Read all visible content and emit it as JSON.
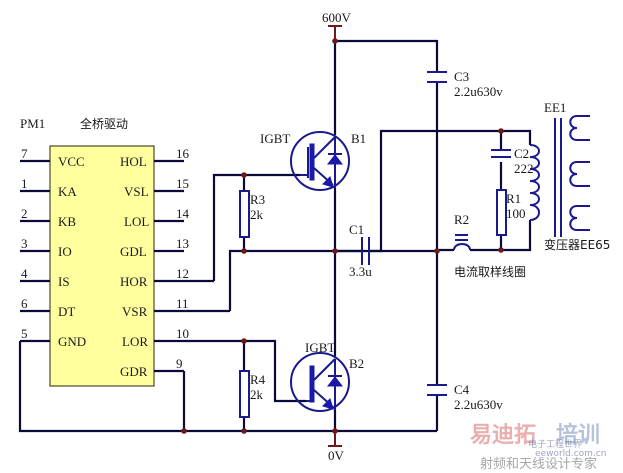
{
  "chip": {
    "designator": "PM1",
    "title": "全桥驱动",
    "left_pins": [
      {
        "num": "7",
        "name": "VCC"
      },
      {
        "num": "1",
        "name": "KA"
      },
      {
        "num": "2",
        "name": "KB"
      },
      {
        "num": "3",
        "name": "IO"
      },
      {
        "num": "4",
        "name": "IS"
      },
      {
        "num": "6",
        "name": "DT"
      },
      {
        "num": "5",
        "name": "GND"
      }
    ],
    "right_pins": [
      {
        "num": "16",
        "name": "HOL"
      },
      {
        "num": "15",
        "name": "VSL"
      },
      {
        "num": "14",
        "name": "LOL"
      },
      {
        "num": "13",
        "name": "GDL"
      },
      {
        "num": "12",
        "name": "HOR"
      },
      {
        "num": "11",
        "name": "VSR"
      },
      {
        "num": "10",
        "name": "LOR"
      },
      {
        "num": "9",
        "name": "GDR"
      }
    ]
  },
  "power": {
    "top_label": "600V",
    "bottom_label": "0V"
  },
  "components": {
    "q1": {
      "type": "IGBT",
      "designator": "B1"
    },
    "q2": {
      "type": "IGBT",
      "designator": "B2"
    },
    "r3": {
      "designator": "R3",
      "value": "2k"
    },
    "r4": {
      "designator": "R4",
      "value": "2k"
    },
    "c1": {
      "designator": "C1",
      "value": "3.3u"
    },
    "c3": {
      "designator": "C3",
      "value": "2.2u630v"
    },
    "c4": {
      "designator": "C4",
      "value": "2.2u630v"
    },
    "c2": {
      "designator": "C2",
      "value": "222"
    },
    "r1": {
      "designator": "R1",
      "value": "100"
    },
    "r2": {
      "designator": "R2",
      "caption": "电流取样线圈"
    },
    "transformer": {
      "designator": "EE1",
      "caption": "变压器EE65"
    }
  },
  "watermark": {
    "line1a": "易迪拓",
    "line1b": "培训",
    "line2": "射频和天线设计专家",
    "site": "eeworld.com.cn",
    "brand": "电子工程世界"
  }
}
